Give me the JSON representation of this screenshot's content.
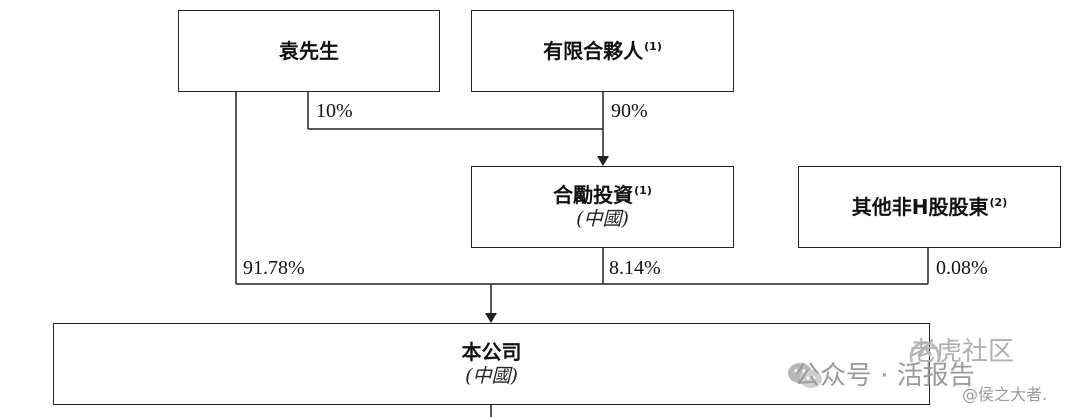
{
  "entities": {
    "yuan": {
      "name": "袁先生"
    },
    "lp": {
      "name": "有限合夥人",
      "note": "(1)"
    },
    "helai": {
      "name": "合勵投資",
      "note": "(1)",
      "sub": "(中國)"
    },
    "other": {
      "name": "其他非H股股東",
      "note": "(2)"
    },
    "company": {
      "name": "本公司",
      "sub": "(中國)"
    }
  },
  "percentages": {
    "yuan_to_helai": "10%",
    "lp_to_helai": "90%",
    "yuan_to_company": "91.78%",
    "helai_to_company": "8.14%",
    "other_to_company": "0.08%"
  },
  "watermark": {
    "wechat_text": "公众号 · 活报告",
    "community_text": "老虎社区",
    "handle_text": "@侯之大者."
  }
}
